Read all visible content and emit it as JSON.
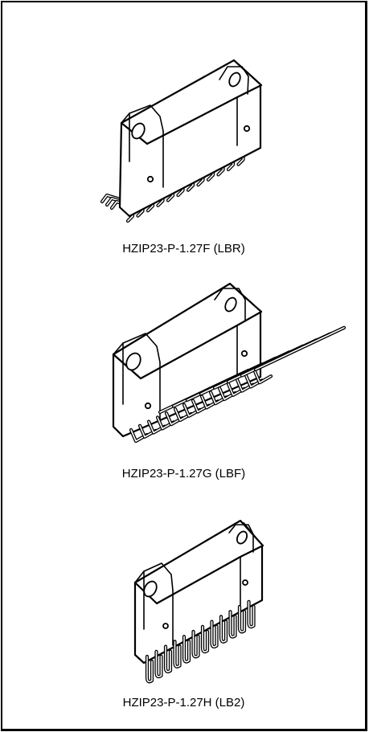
{
  "packages": [
    {
      "label": "HZIP23-P-1.27F (LBR)"
    },
    {
      "label": "HZIP23-P-1.27G (LBF)"
    },
    {
      "label": "HZIP23-P-1.27H (LB2)"
    }
  ]
}
